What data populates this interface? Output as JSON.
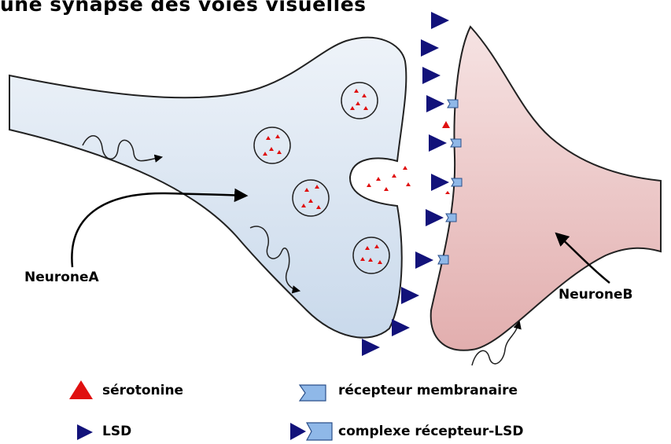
{
  "title": "une synapse des voies visuelles",
  "labels": {
    "neurone_a": "NeuroneA",
    "neurone_b": "NeuroneB"
  },
  "legend": {
    "serotonine": "sérotonine",
    "lsd": "LSD",
    "recepteur": "récepteur membranaire",
    "complexe": "complexe récepteur-LSD"
  },
  "colors": {
    "neurone_a_fill": "#dde8f3",
    "neurone_b_fill": "#ecc4c4",
    "serotonine": "#e01010",
    "lsd": "#12127a",
    "recepteur": "#8fb8e8"
  }
}
